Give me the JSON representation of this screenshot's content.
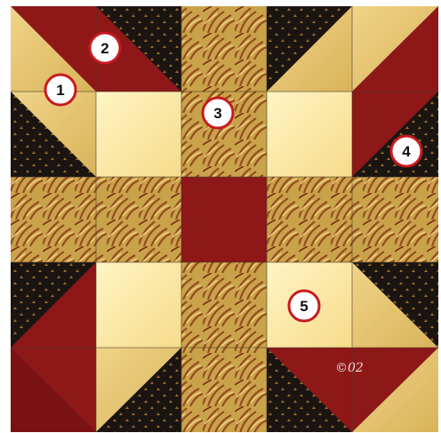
{
  "colors": {
    "border": "#3a3a3a",
    "cream_light": "#fff0b8",
    "cream": "#f7dd8c",
    "tan": "#e7c36a",
    "red": "#8e1718",
    "red_dark": "#6c0f11",
    "black": "#1b1512",
    "marble_base": "#c9a34a",
    "marble_swirl": "#8c3b1a",
    "badge_ring": "#c81a1f",
    "badge_fill": "#ffffff"
  },
  "badges": [
    {
      "number": "1"
    },
    {
      "number": "2"
    },
    {
      "number": "3"
    },
    {
      "number": "4"
    },
    {
      "number": "5"
    }
  ],
  "copyright_mark": "©02"
}
